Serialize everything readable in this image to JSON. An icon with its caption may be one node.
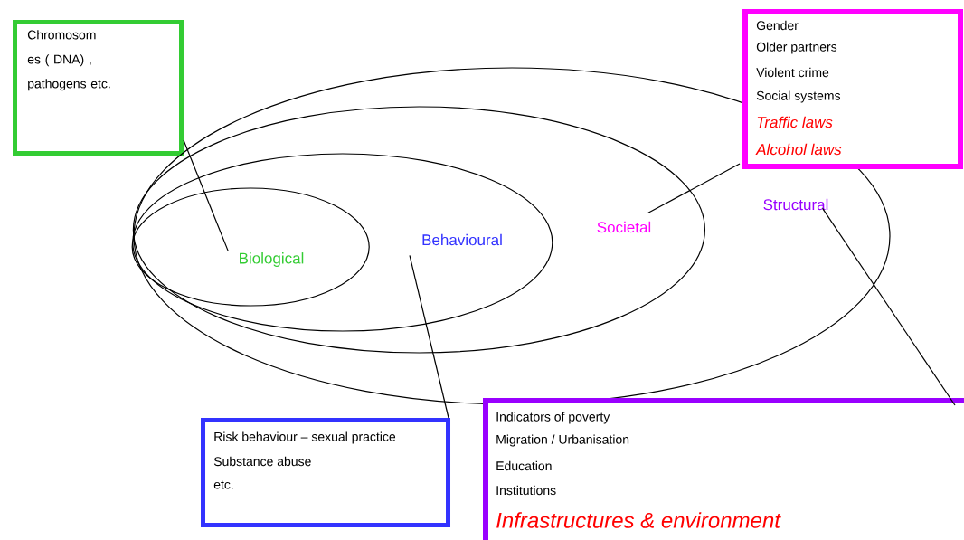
{
  "diagram": {
    "nodes": [
      {
        "text": [
          "Chromosom es ( DNA) , pathogens etc."
        ]
      },
      {
        "text": [
          "Structural"
        ]
      },
      {
        "text": [
          "Societal"
        ],
        "in": 1
      },
      {
        "text": [
          "Behavioural"
        ],
        "in": 2
      },
      {
        "text": [
          "Biological"
        ],
        "in": 3
      },
      {
        "text": [
          "Gender",
          "Older partners",
          "Violent crime",
          "Social systems",
          "Traffic laws",
          "Alcohol laws"
        ]
      },
      {
        "text": [
          "Risk behaviour – sexual practice",
          "Substance abuse",
          "etc."
        ]
      },
      {
        "text": [
          "Indicators of poverty",
          "Migration / Urbanisation",
          "Education",
          "Institutions",
          "Infrastructures & environment"
        ]
      }
    ],
    "edges": [
      {
        "from": 0,
        "to": 4,
        "arrow": "none"
      },
      {
        "from": 5,
        "to": 2,
        "arrow": "none"
      },
      {
        "from": 6,
        "to": 3,
        "arrow": "none"
      },
      {
        "from": 7,
        "to": 1,
        "arrow": "none"
      }
    ]
  }
}
